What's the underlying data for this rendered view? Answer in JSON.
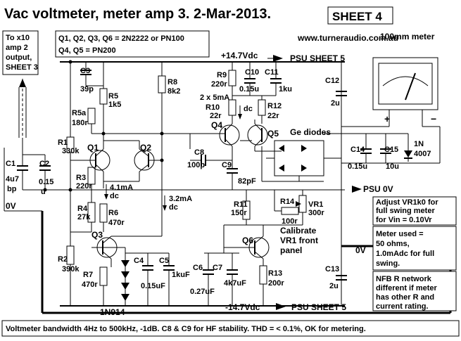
{
  "title": "Vac voltmeter, meter amp 3. 2-Mar-2013.",
  "sheet": "SHEET 4",
  "website": "www.turneraudio.com.au",
  "input_note": [
    "To x10",
    "amp 2",
    "output,",
    "SHEET 3"
  ],
  "transistor_note": [
    "Q1, Q2, Q3, Q6 = 2N2222 or PN100",
    "Q4, Q5 = PN200"
  ],
  "rails": {
    "positive": "+14.7Vdc",
    "positive_ref": "PSU SHEET 5",
    "negative": "-14.7Vdc",
    "negative_ref": "PSU  SHEET 5",
    "zero": "0V",
    "zero_ref": "PSU 0V",
    "zero_right": "0V"
  },
  "meter_title": "100mm meter",
  "meter_plus": "+",
  "meter_minus": "−",
  "ge_diodes": "Ge diodes",
  "bias_currents": {
    "q4q5": "2 x 5mA",
    "q2": "4.1mA",
    "q2_unit": "dc",
    "q3": "3.2mA",
    "q3_unit": "dc",
    "q4_dc": "dc"
  },
  "components": {
    "C1": [
      "C1",
      "4u7",
      "bp"
    ],
    "C2": [
      "C2",
      "0.15",
      "u"
    ],
    "R1": [
      "R1",
      "330k"
    ],
    "R2": [
      "R2",
      "390k"
    ],
    "R3": [
      "R3",
      "220r"
    ],
    "R4": [
      "R4",
      "27k"
    ],
    "C3": [
      "C3",
      "39p"
    ],
    "R5": [
      "R5",
      "1k5"
    ],
    "R5a": [
      "R5a",
      "180r"
    ],
    "R6": [
      "R6",
      "470r"
    ],
    "R7": [
      "R7",
      "470r"
    ],
    "R8": [
      "R8",
      "8k2"
    ],
    "R9": [
      "R9",
      "220r"
    ],
    "R10": [
      "R10",
      "22r"
    ],
    "R11": [
      "R11",
      "150r"
    ],
    "R12": [
      "R12",
      "22r"
    ],
    "R13": [
      "R13",
      "200r"
    ],
    "R14": [
      "R14",
      "100r"
    ],
    "VR1": [
      "VR1",
      "300r"
    ],
    "C4": [
      "C4"
    ],
    "C5": [
      "C5",
      "0.15uF",
      "1kuF"
    ],
    "C6": [
      "C6",
      "0.27uF"
    ],
    "C7": [
      "C7",
      "4k7uF"
    ],
    "C8": [
      "C8",
      "100p"
    ],
    "C9": [
      "C9",
      "82pF"
    ],
    "C10": [
      "C10",
      "0.15u"
    ],
    "C11": [
      "C11",
      "1ku"
    ],
    "C12": [
      "C12",
      "2u"
    ],
    "C13": [
      "C13",
      "2u"
    ],
    "C14": [
      "C14",
      "0.15u"
    ],
    "C15": [
      "C15",
      "10u"
    ],
    "D1N4007": [
      "1N",
      "4007"
    ],
    "D1N914": [
      "1N914"
    ],
    "Q1": "Q1",
    "Q2": "Q2",
    "Q3": "Q3",
    "Q4": "Q4",
    "Q5": "Q5",
    "Q6": "Q6"
  },
  "calibrate_note": [
    "Calibrate",
    "VR1 front",
    "panel"
  ],
  "notes": {
    "adjust": [
      "Adjust VR1k0 for",
      "full swing meter",
      "for Vin = 0.10Vr"
    ],
    "meter_used": [
      "Meter used =",
      "50 ohms,",
      "1.0mAdc for full",
      "swing."
    ],
    "nfb": [
      "NFB  R network",
      "different if meter",
      "has other R and",
      "current rating."
    ]
  },
  "footer": "Voltmeter bandwidth 4Hz to 500kHz,  -1dB.  C8 & C9 for HF stability.  THD = < 0.1%, OK for metering."
}
